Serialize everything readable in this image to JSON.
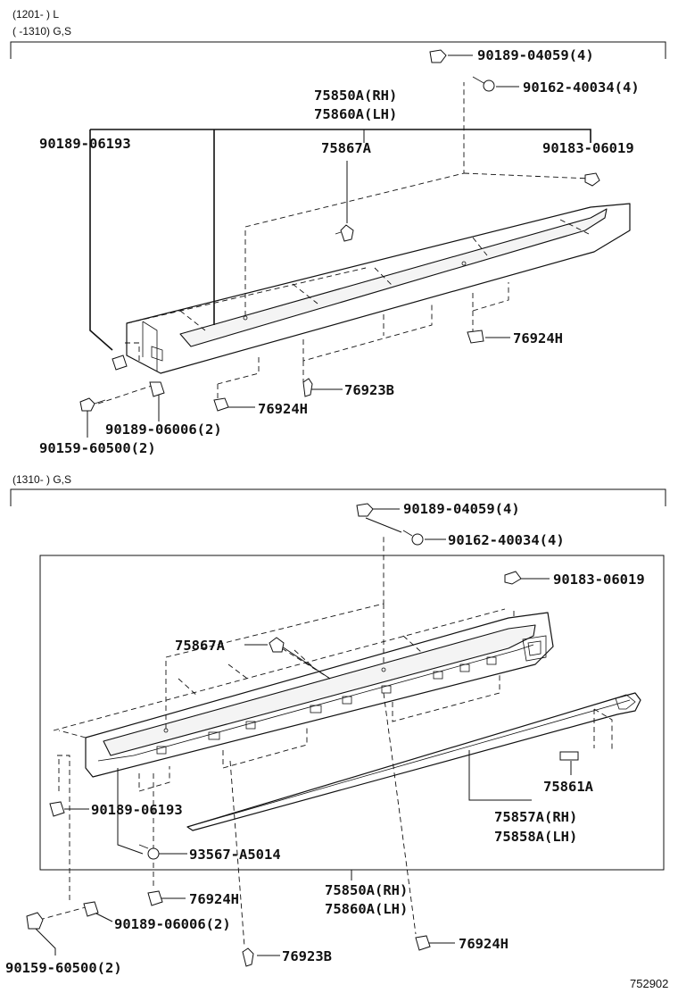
{
  "sections": {
    "top": {
      "header_line1": "(1201-        ) L",
      "header_line2": "(       -1310) G,S"
    },
    "bottom": {
      "header_line1": "(1310-        ) G,S"
    }
  },
  "top_labels": {
    "p_90189_04059": "90189-04059(4)",
    "p_90162_40034": "90162-40034(4)",
    "p_75850A_RH": "75850A(RH)",
    "p_75860A_LH": "75860A(LH)",
    "p_90189_06193": "90189-06193",
    "p_75867A": "75867A",
    "p_90183_06019": "90183-06019",
    "p_76924H_right": "76924H",
    "p_76923B": "76923B",
    "p_76924H_left": "76924H",
    "p_90189_06006": "90189-06006(2)",
    "p_90159_60500": "90159-60500(2)"
  },
  "bottom_labels": {
    "p_90189_04059": "90189-04059(4)",
    "p_90162_40034": "90162-40034(4)",
    "p_90183_06019": "90183-06019",
    "p_75867A": "75867A",
    "p_75861A": "75861A",
    "p_90189_06193": "90189-06193",
    "p_75857A_RH": "75857A(RH)",
    "p_75858A_LH": "75858A(LH)",
    "p_93567_A5014": "93567-A5014",
    "p_75850A_RH": "75850A(RH)",
    "p_75860A_LH": "75860A(LH)",
    "p_76924H_left": "76924H",
    "p_90189_06006": "90189-06006(2)",
    "p_76924H_right": "76924H",
    "p_90159_60500": "90159-60500(2)",
    "p_76923B": "76923B"
  },
  "figure_ref": "752902"
}
